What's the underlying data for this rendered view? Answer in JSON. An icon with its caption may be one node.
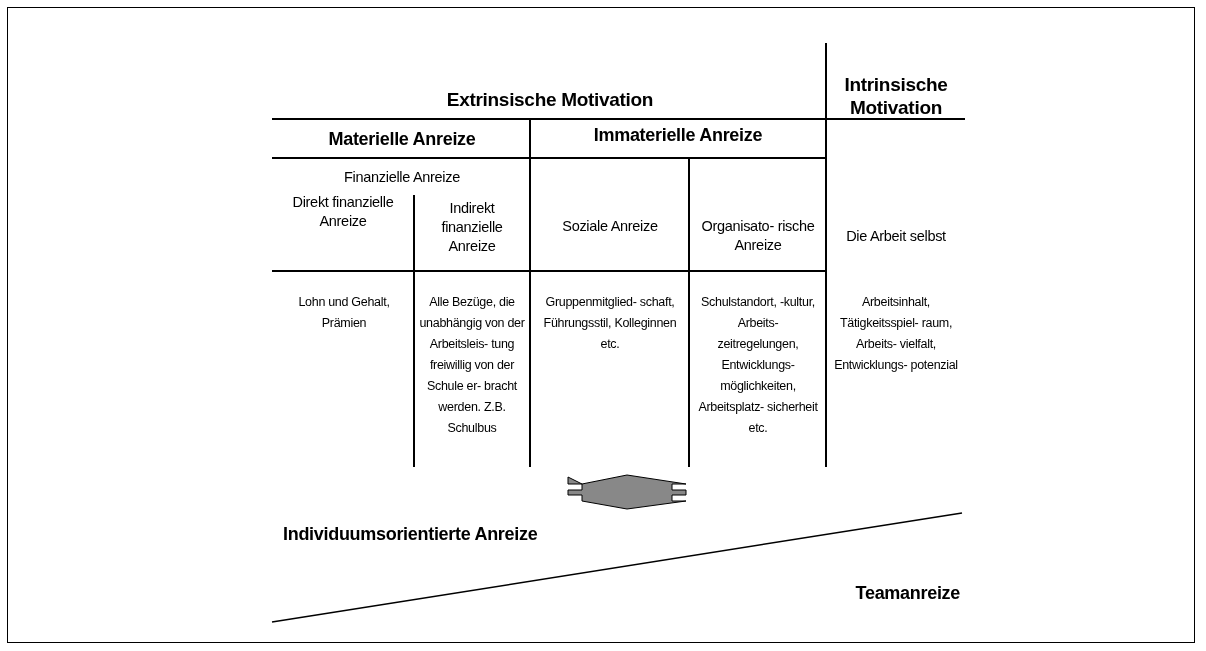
{
  "diagram": {
    "labels": [
      "Extrinsische Motivation",
      "Intrinsische Motivation",
      "Materielle Anreize",
      "Immaterielle Anreize",
      "Finanzielle Anreize",
      "Direkt finanzielle Anreize",
      "Indirekt finanzielle Anreize",
      "Soziale Anreize",
      "Organisato- rische Anreize",
      "Die Arbeit selbst",
      "Lohn und Gehalt, Prämien",
      "Alle Bezüge, die unabhängig von der Arbeitsleis- tung freiwillig von der Schule er- bracht werden. Z.B. Schulbus",
      "Gruppenmitglied- schaft, Führungsstil, Kolleginnen etc.",
      "Schulstandort, -kultur, Arbeits- zeitregelungen, Entwicklungs- möglichkeiten, Arbeitsplatz- sicherheit etc.",
      "Arbeitsinhalt, Tätigkeitsspiel- raum, Arbeits- vielfalt, Entwicklungs- potenzial",
      "Individuumsorientierte Anreize",
      "Teamanreize"
    ]
  }
}
